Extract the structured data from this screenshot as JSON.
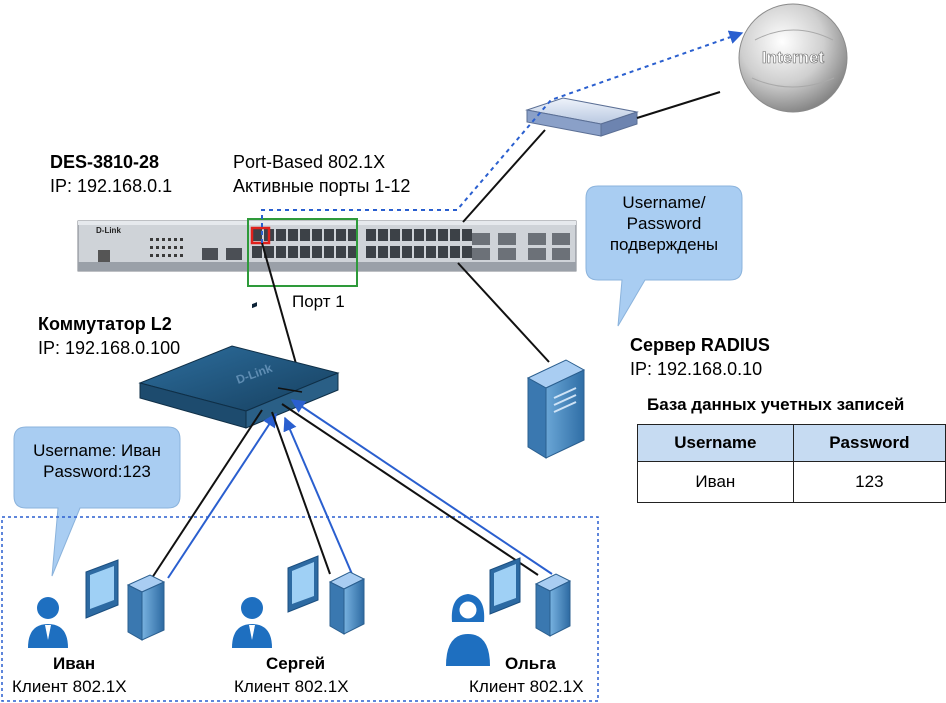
{
  "switch_main": {
    "name": "DES-3810-28",
    "ip": "IP: 192.168.0.1",
    "brand": "D-Link"
  },
  "port_based": {
    "title": "Port-Based 802.1X",
    "active": "Активные порты 1-12"
  },
  "port1": "Порт 1",
  "switch_l2": {
    "name": "Коммутатор L2",
    "ip": "IP: 192.168.0.100",
    "brand": "D-Link"
  },
  "internet": "Internet",
  "radius": {
    "name": "Сервер RADIUS",
    "ip": "IP: 192.168.0.10"
  },
  "bubble_server": {
    "line1": "Username/",
    "line2": "Password",
    "line3": "подверждены"
  },
  "bubble_client": {
    "line1": "Username: Иван",
    "line2": "Password:123"
  },
  "db": {
    "title": "База данных учетных записей",
    "headers": [
      "Username",
      "Password"
    ],
    "row": [
      "Иван",
      "123"
    ]
  },
  "clients": [
    {
      "name": "Иван",
      "role": "Клиент 802.1X"
    },
    {
      "name": "Сергей",
      "role": "Клиент 802.1X"
    },
    {
      "name": "Ольга",
      "role": "Клиент 802.1X"
    }
  ],
  "colors": {
    "auth_line": "#2a5fcf",
    "bubble_fill": "#a9cdf2",
    "header_fill": "#c6dbf2",
    "port_box": "#2e9a3a",
    "port_highlight": "#e0201b"
  }
}
